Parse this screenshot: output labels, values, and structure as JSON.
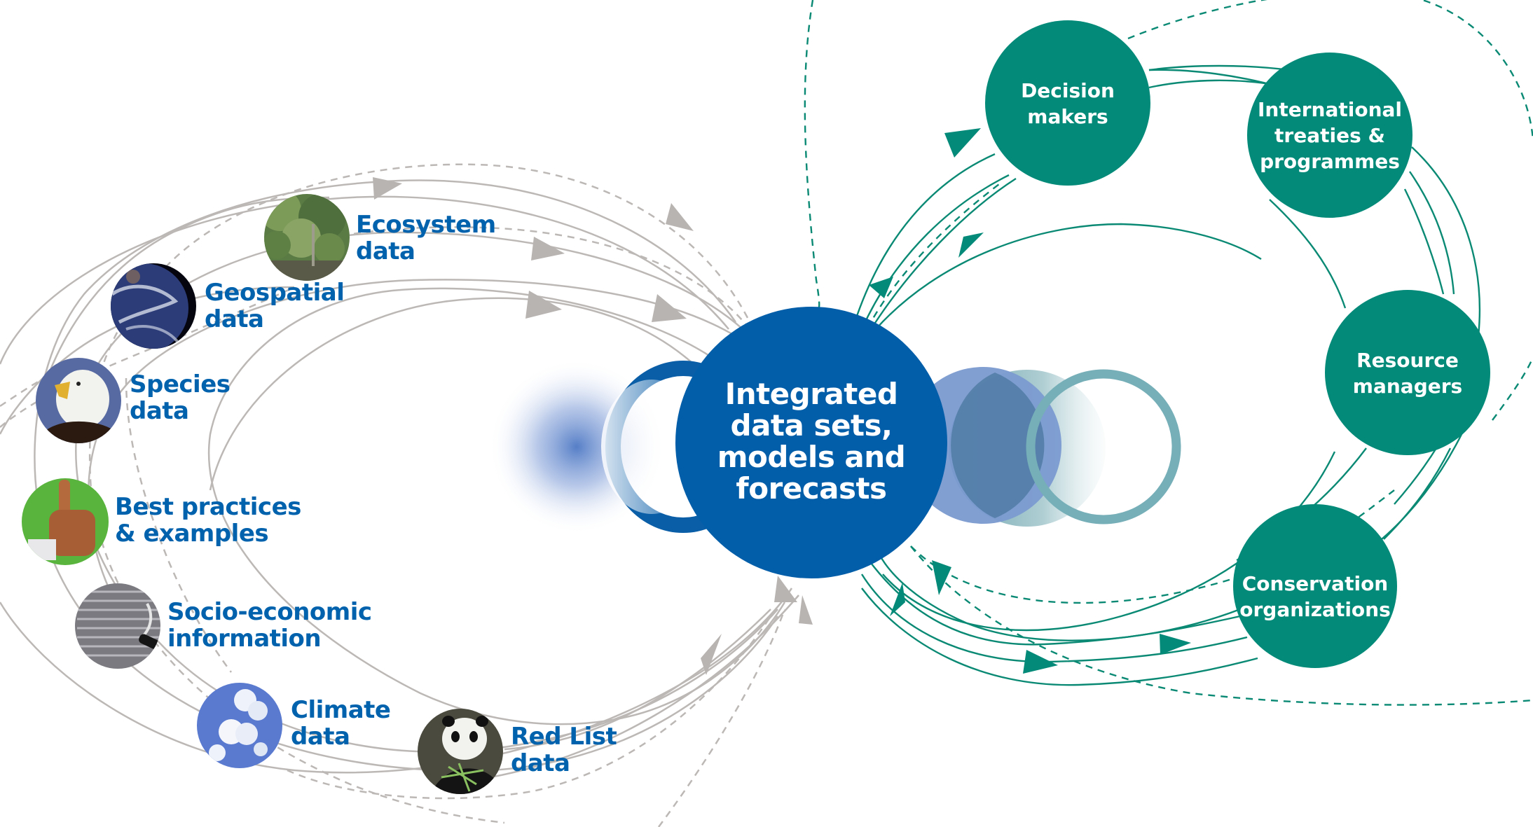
{
  "colors": {
    "source_label": "#0062ad",
    "hub_fill": "#035ea9",
    "hub_ring": "#0a5ea8",
    "glow": "#4d78c4",
    "periwinkle": "#7b9ad0",
    "teal_ring": "#76afb8",
    "stakeholder_fill": "#038a78",
    "stakeholder_line": "#0a8a74",
    "grey_line": "#b8b4b2"
  },
  "hub": {
    "lines": [
      "Integrated",
      "data sets,",
      "models and",
      "forecasts"
    ]
  },
  "sources": [
    {
      "id": "ecosystem",
      "lines": [
        "Ecosystem",
        "data"
      ],
      "photo": "mangrove-forest"
    },
    {
      "id": "geospatial",
      "lines": [
        "Geospatial",
        "data"
      ],
      "photo": "earth-from-space"
    },
    {
      "id": "species",
      "lines": [
        "Species",
        "data"
      ],
      "photo": "bald-eagle"
    },
    {
      "id": "best-practices",
      "lines": [
        "Best practices",
        "& examples"
      ],
      "photo": "thumbs-up"
    },
    {
      "id": "socio-economic",
      "lines": [
        "Socio-economic",
        "information"
      ],
      "photo": "magnifier-on-numbers"
    },
    {
      "id": "climate",
      "lines": [
        "Climate",
        "data"
      ],
      "photo": "clouds-sky"
    },
    {
      "id": "red-list",
      "lines": [
        "Red List",
        "data"
      ],
      "photo": "giant-panda"
    }
  ],
  "stakeholders": [
    {
      "id": "decision-makers",
      "lines": [
        "Decision",
        "makers"
      ]
    },
    {
      "id": "international-treaties",
      "lines": [
        "International",
        "treaties &",
        "programmes"
      ]
    },
    {
      "id": "resource-managers",
      "lines": [
        "Resource",
        "managers"
      ]
    },
    {
      "id": "conservation-organizations",
      "lines": [
        "Conservation",
        "organizations"
      ]
    }
  ]
}
